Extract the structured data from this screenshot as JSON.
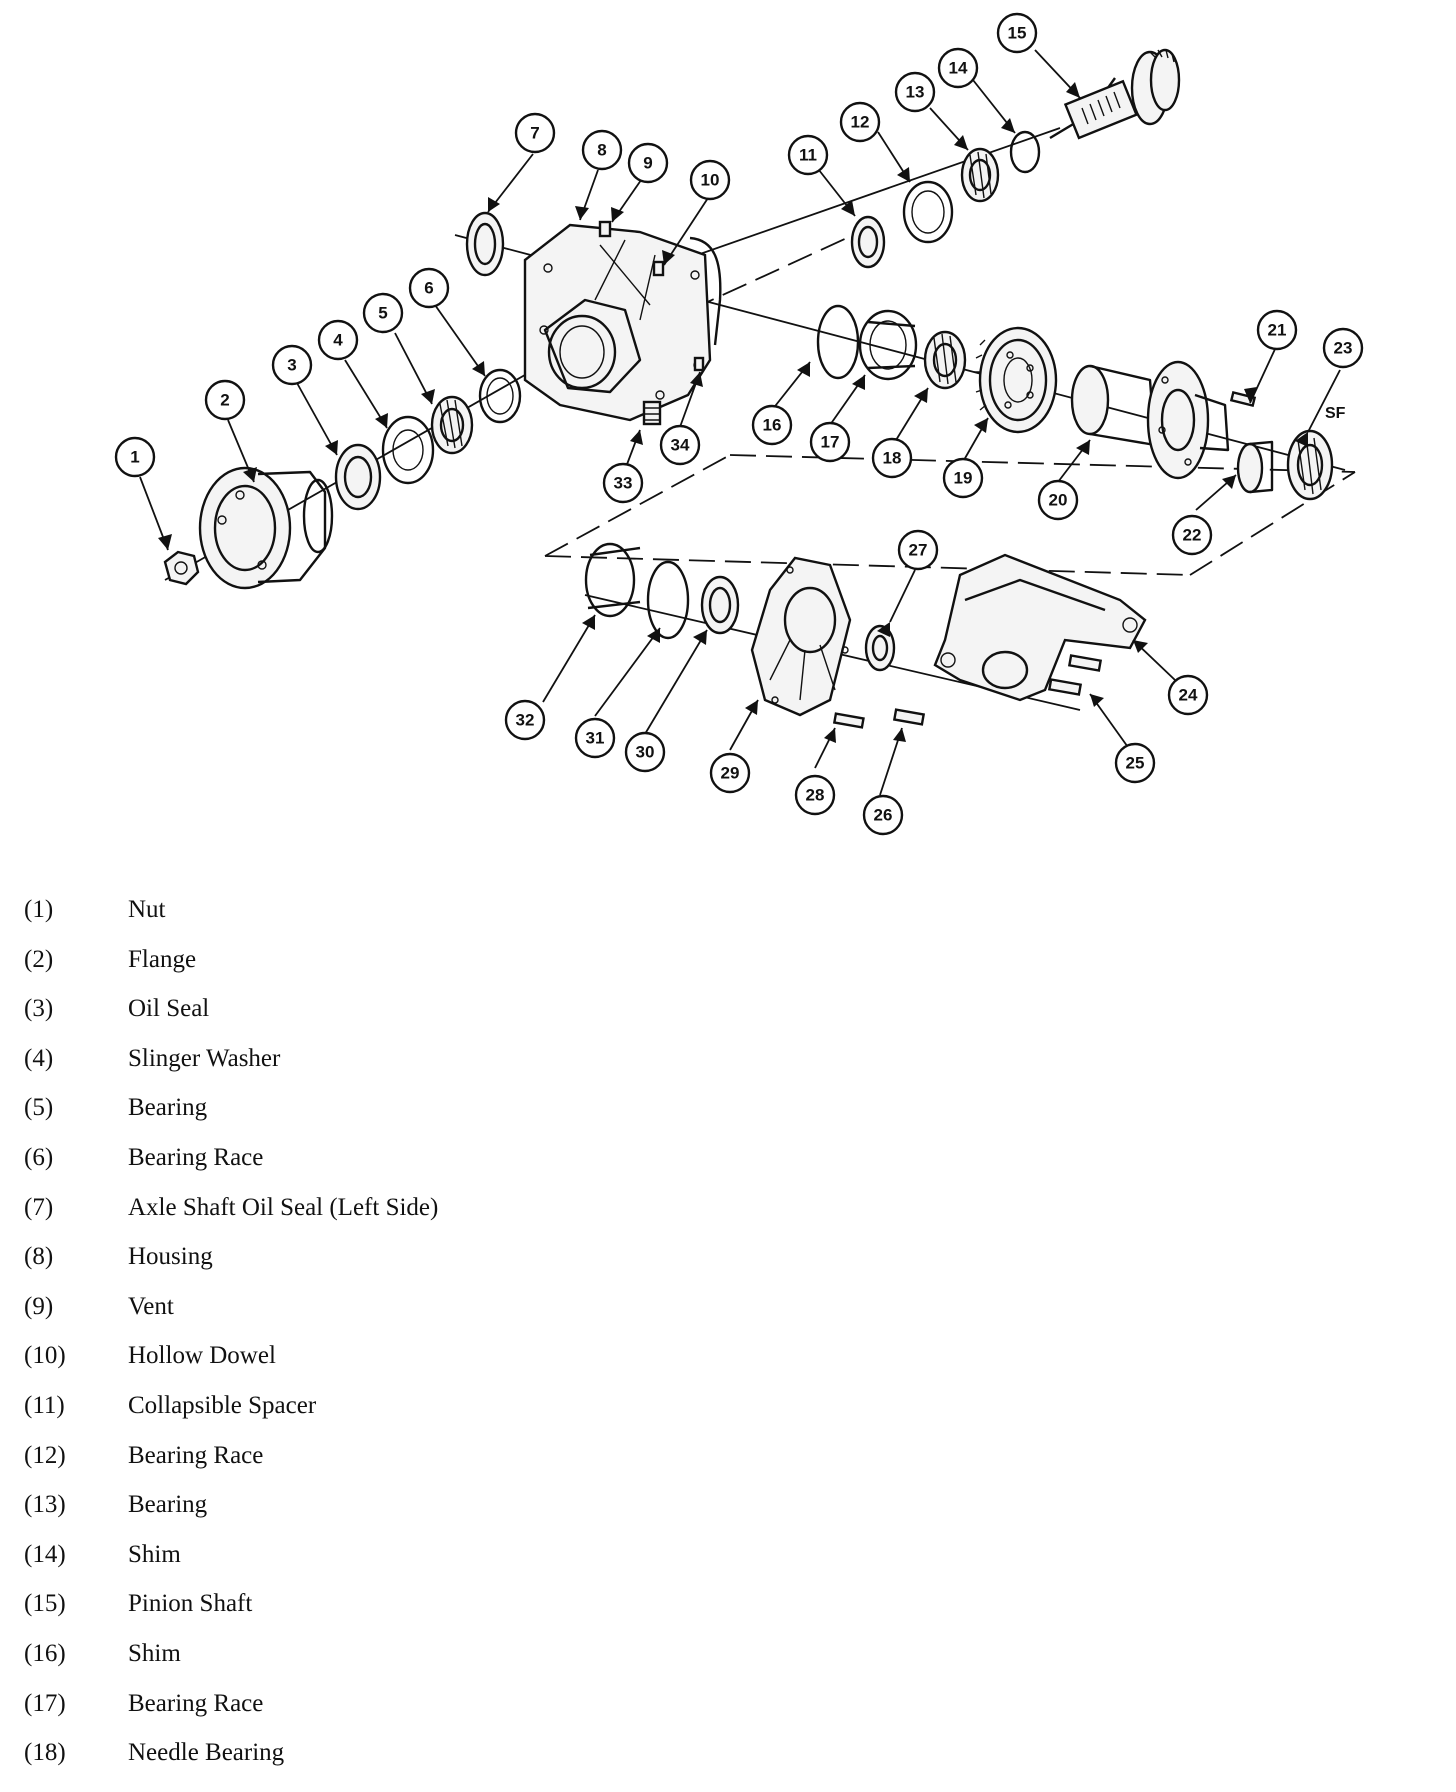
{
  "diagram": {
    "callouts": [
      "1",
      "2",
      "3",
      "4",
      "5",
      "6",
      "7",
      "8",
      "9",
      "10",
      "11",
      "12",
      "13",
      "14",
      "15",
      "16",
      "17",
      "18",
      "19",
      "20",
      "21",
      "22",
      "23",
      "24",
      "25",
      "26",
      "27",
      "28",
      "29",
      "30",
      "31",
      "32",
      "33",
      "34"
    ],
    "sf_label": "SF"
  },
  "legend": [
    {
      "num": "(1)",
      "name": "Nut"
    },
    {
      "num": "(2)",
      "name": "Flange"
    },
    {
      "num": "(3)",
      "name": "Oil Seal"
    },
    {
      "num": "(4)",
      "name": "Slinger Washer"
    },
    {
      "num": "(5)",
      "name": "Bearing"
    },
    {
      "num": "(6)",
      "name": "Bearing Race"
    },
    {
      "num": "(7)",
      "name": "Axle Shaft Oil Seal (Left Side)"
    },
    {
      "num": "(8)",
      "name": "Housing"
    },
    {
      "num": "(9)",
      "name": "Vent"
    },
    {
      "num": "(10)",
      "name": "Hollow Dowel"
    },
    {
      "num": "(11)",
      "name": "Collapsible Spacer"
    },
    {
      "num": "(12)",
      "name": "Bearing Race"
    },
    {
      "num": "(13)",
      "name": "Bearing"
    },
    {
      "num": "(14)",
      "name": "Shim"
    },
    {
      "num": "(15)",
      "name": "Pinion Shaft"
    },
    {
      "num": "(16)",
      "name": "Shim"
    },
    {
      "num": "(17)",
      "name": "Bearing Race"
    },
    {
      "num": "(18)",
      "name": "Needle Bearing"
    }
  ]
}
